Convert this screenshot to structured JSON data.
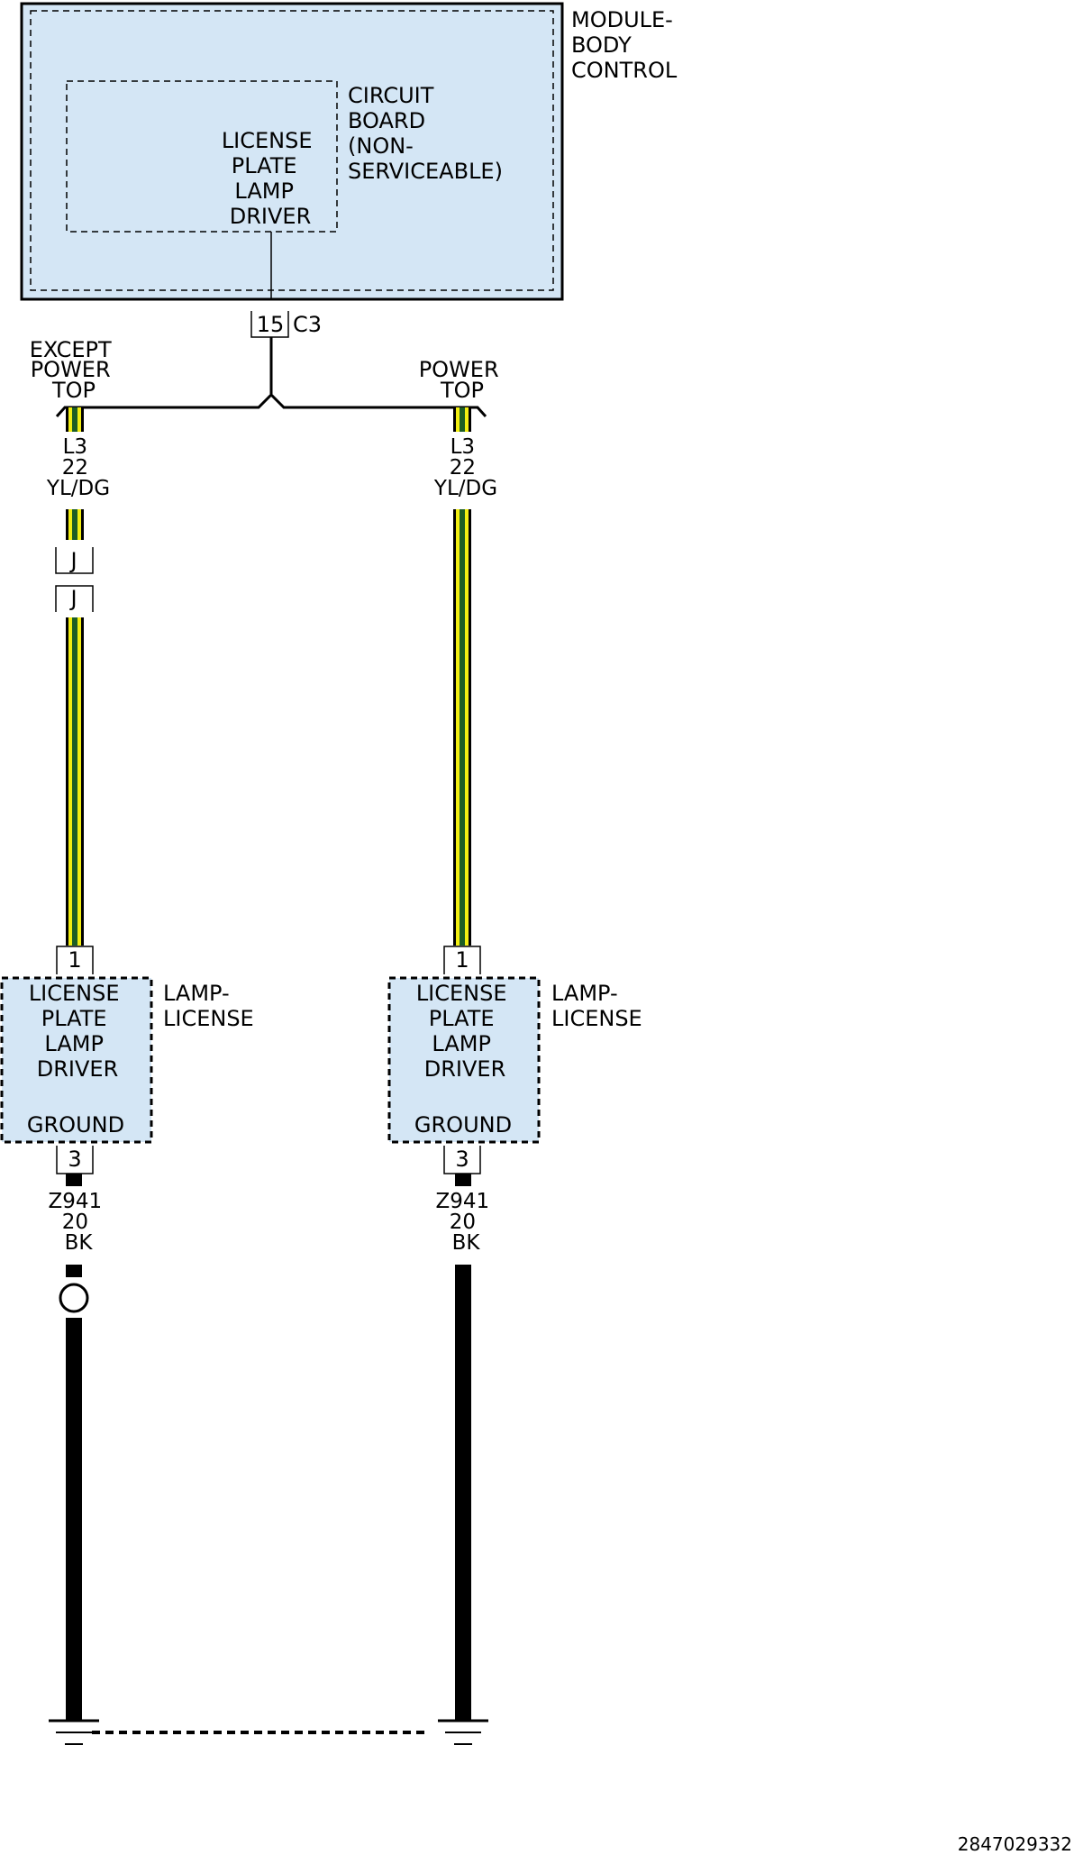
{
  "module": {
    "name_lines": [
      "MODULE-",
      "BODY",
      "CONTROL"
    ],
    "board_lines": [
      "CIRCUIT",
      "BOARD",
      "(NON-",
      "SERVICEABLE)"
    ],
    "driver_lines": [
      "LICENSE",
      "PLATE",
      "LAMP",
      "DRIVER"
    ]
  },
  "connector_module": {
    "pin": "15",
    "name": "C3"
  },
  "branches": {
    "left": {
      "label_lines": [
        "EXCEPT",
        "POWER",
        "TOP"
      ]
    },
    "right": {
      "label_lines": [
        "POWER",
        "TOP"
      ]
    }
  },
  "wire_signal": {
    "circuit": "L3",
    "gauge": "22",
    "color_code": "YL/DG",
    "colors": [
      "#f2ee12",
      "#1d5e24"
    ]
  },
  "inline_connector": {
    "top": "J",
    "bottom": "J"
  },
  "lamps": [
    {
      "pin_in": "1",
      "body_lines": [
        "LICENSE",
        "PLATE",
        "LAMP",
        "DRIVER"
      ],
      "ground_text": "GROUND",
      "name_lines": [
        "LAMP-",
        "LICENSE"
      ],
      "pin_out": "3"
    },
    {
      "pin_in": "1",
      "body_lines": [
        "LICENSE",
        "PLATE",
        "LAMP",
        "DRIVER"
      ],
      "ground_text": "GROUND",
      "name_lines": [
        "LAMP-",
        "LICENSE"
      ],
      "pin_out": "3"
    }
  ],
  "wire_ground": {
    "circuit": "Z941",
    "gauge": "20",
    "color_code": "BK",
    "color": "#000000"
  },
  "module_fill": "#d4e6f5",
  "figure_id": "2847029332"
}
